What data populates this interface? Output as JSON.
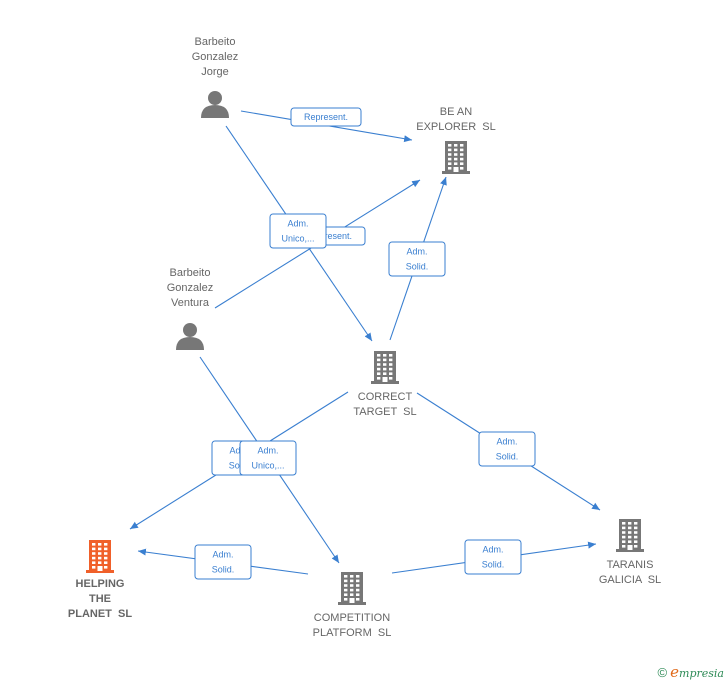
{
  "nodes": [
    {
      "id": "barbeito-jorge",
      "type": "person",
      "lines": [
        "Barbeito",
        "Gonzalez",
        "Jorge"
      ],
      "highlight": false
    },
    {
      "id": "be-an-explorer",
      "type": "company",
      "lines": [
        "BE AN",
        "EXPLORER  SL"
      ],
      "highlight": false
    },
    {
      "id": "barbeito-ventura",
      "type": "person",
      "lines": [
        "Barbeito",
        "Gonzalez",
        "Ventura"
      ],
      "highlight": false
    },
    {
      "id": "correct-target",
      "type": "company",
      "lines": [
        "CORRECT",
        "TARGET  SL"
      ],
      "highlight": false
    },
    {
      "id": "helping-planet",
      "type": "company",
      "lines": [
        "HELPING",
        "THE",
        "PLANET  SL"
      ],
      "highlight": true
    },
    {
      "id": "competition-platform",
      "type": "company",
      "lines": [
        "COMPETITION",
        "PLATFORM  SL"
      ],
      "highlight": false
    },
    {
      "id": "taranis-galicia",
      "type": "company",
      "lines": [
        "TARANIS",
        "GALICIA  SL"
      ],
      "highlight": false
    }
  ],
  "edges": [
    {
      "from": "barbeito-jorge",
      "to": "be-an-explorer",
      "label": [
        "Represent."
      ]
    },
    {
      "from": "barbeito-ventura",
      "to": "be-an-explorer",
      "label": [
        "Represent."
      ]
    },
    {
      "from": "barbeito-jorge",
      "to": "correct-target",
      "label": [
        "Adm.",
        "Unico,..."
      ]
    },
    {
      "from": "correct-target",
      "to": "be-an-explorer",
      "label": [
        "Adm.",
        "Solid."
      ]
    },
    {
      "from": "correct-target",
      "to": "taranis-galicia",
      "label": [
        "Adm.",
        "Solid."
      ]
    },
    {
      "from": "correct-target",
      "to": "helping-planet",
      "label": [
        "Adm.",
        "Solid."
      ]
    },
    {
      "from": "barbeito-ventura",
      "to": "competition-platform",
      "label": [
        "Adm.",
        "Unico,..."
      ]
    },
    {
      "from": "competition-platform",
      "to": "helping-planet",
      "label": [
        "Adm.",
        "Solid."
      ]
    },
    {
      "from": "competition-platform",
      "to": "taranis-galicia",
      "label": [
        "Adm.",
        "Solid."
      ]
    }
  ],
  "colors": {
    "edge": "#3a7fd0",
    "node": "#777777",
    "highlight": "#f0602a",
    "label": "#666666"
  },
  "icons": {
    "person": "person-icon",
    "company": "building-icon"
  },
  "footer": {
    "copyright": "©",
    "brand_e": "e",
    "brand_rest": "mpresia"
  }
}
